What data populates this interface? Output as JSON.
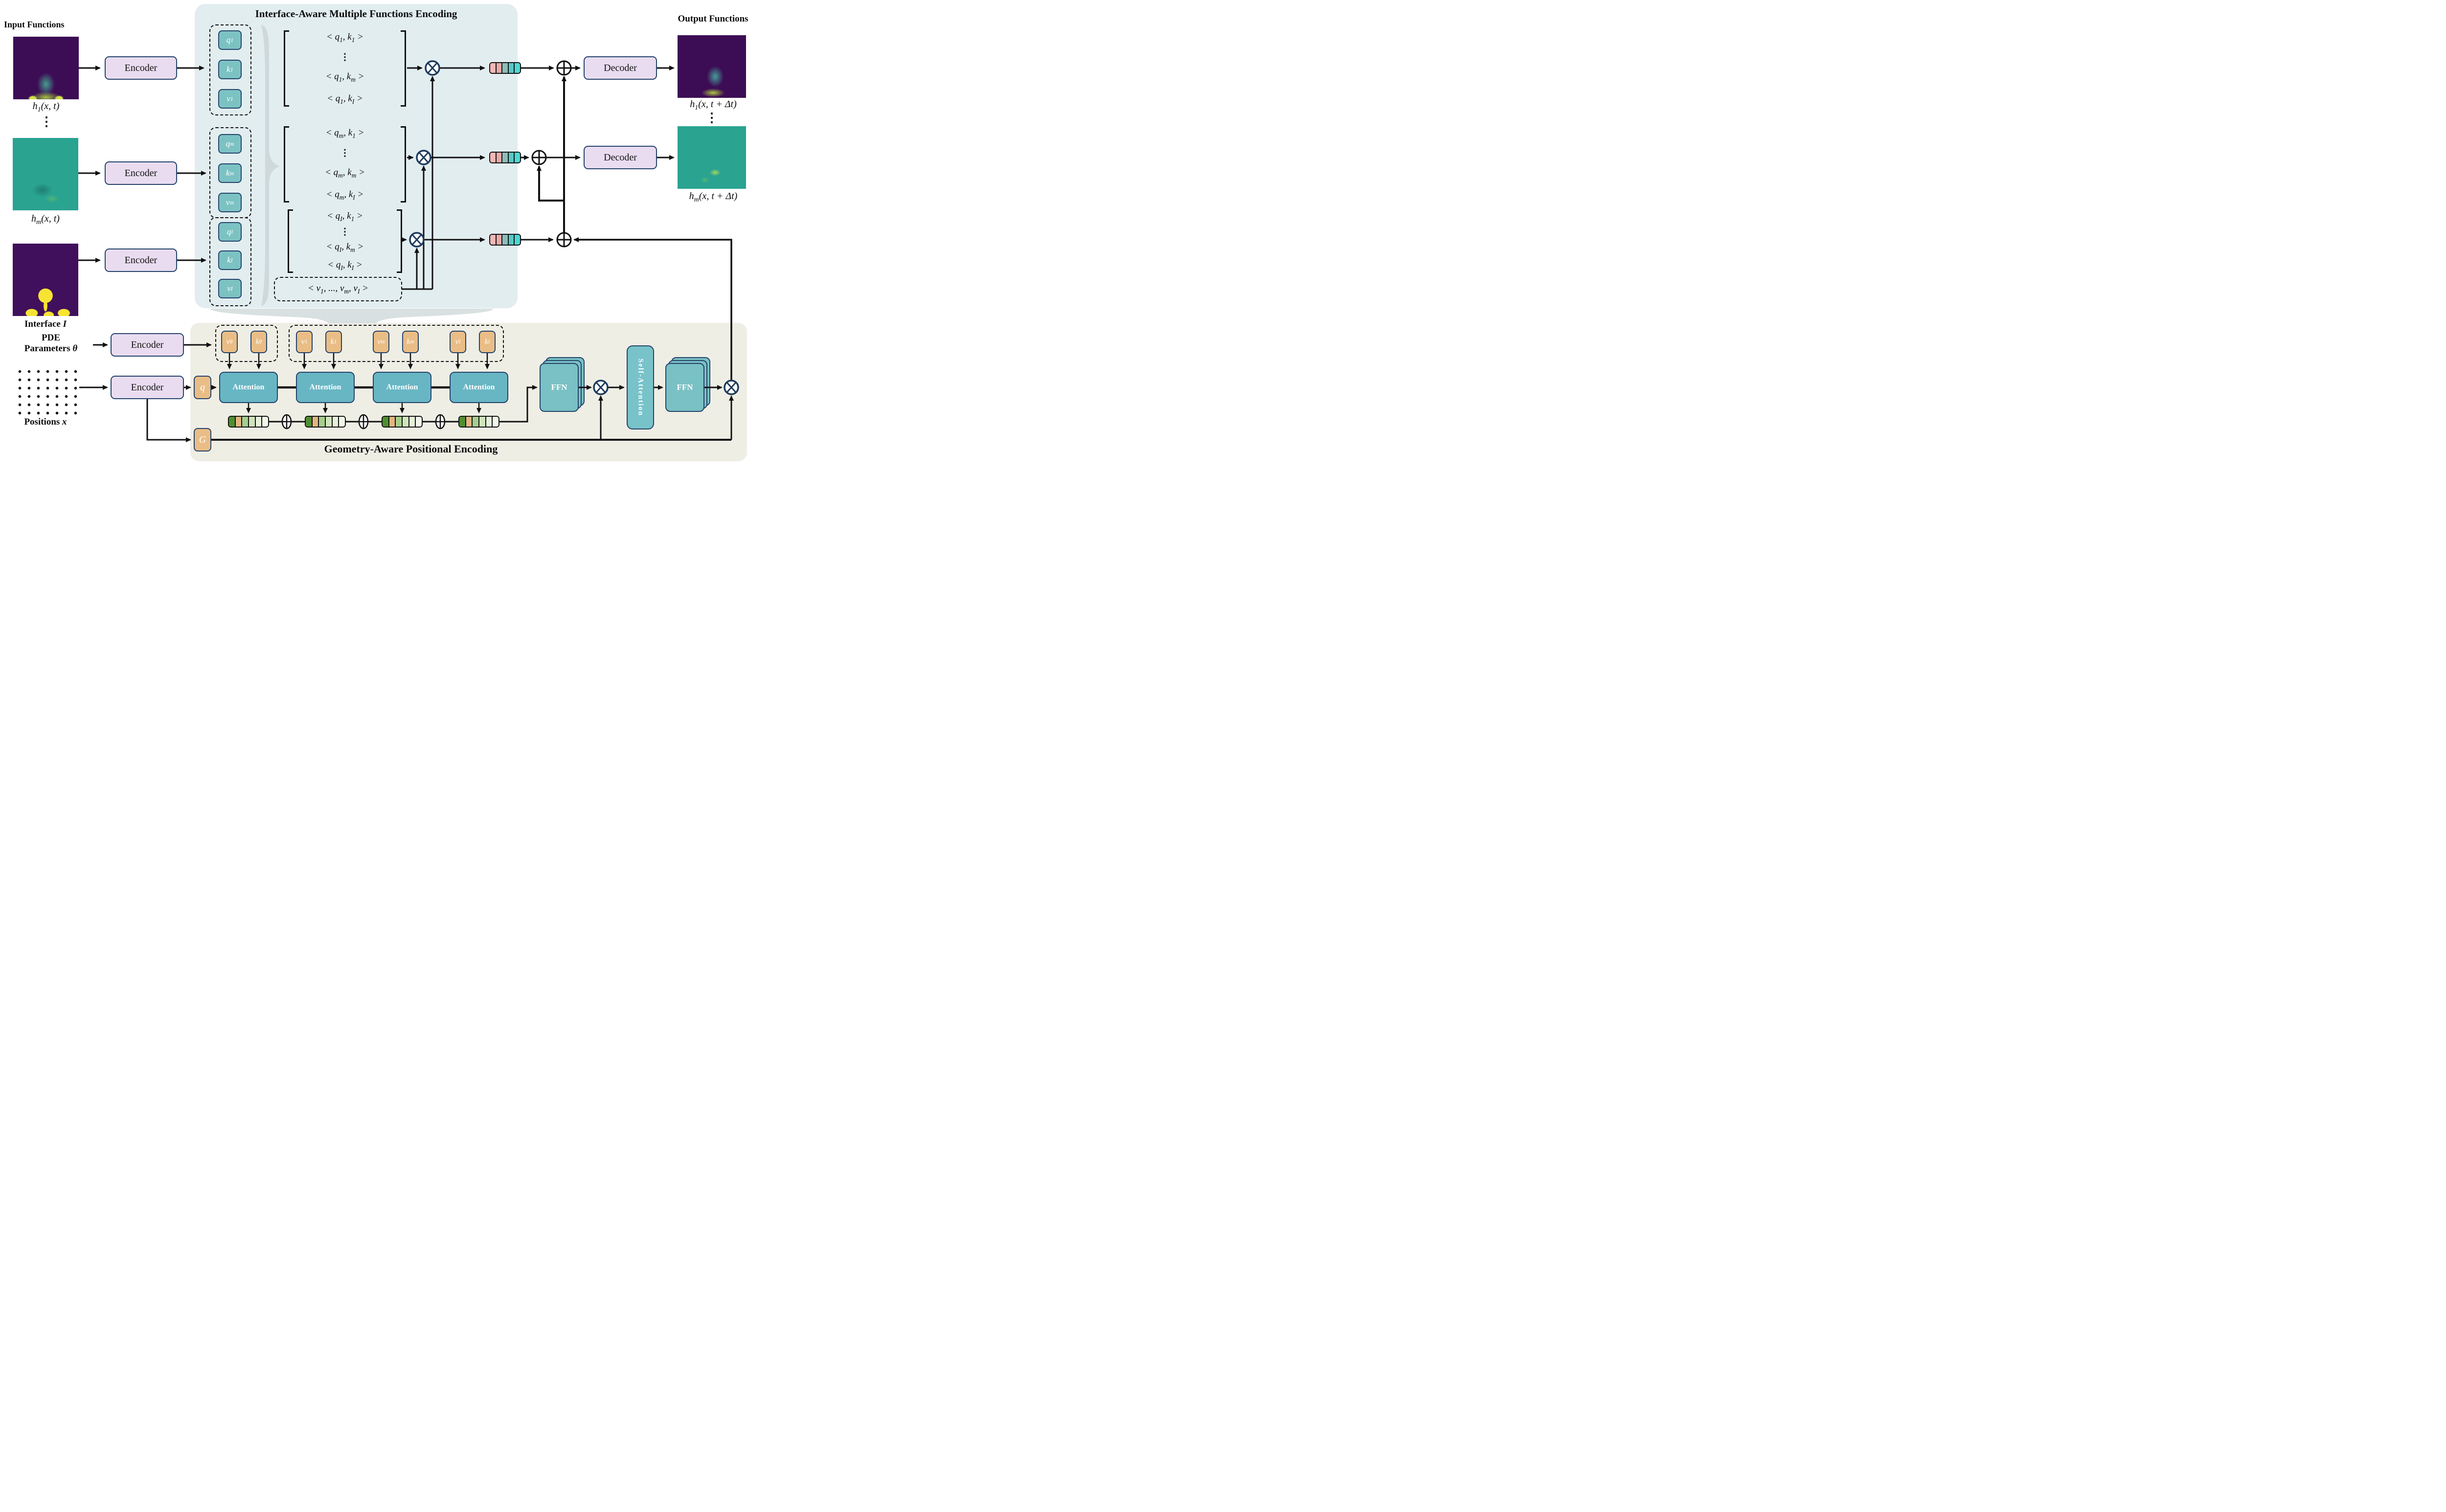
{
  "encoding_panel": {
    "title": "Interface-Aware Multiple Functions Encoding"
  },
  "positional_panel": {
    "title": "Geometry-Aware Positional Encoding"
  },
  "labels": {
    "input_title": "Input Functions",
    "output_title": "Output Functions",
    "input_1": "h_1(x, t)",
    "input_m": "h_m(x, t)",
    "interface": "Interface *I*",
    "output_1": "h_1(x, t + Δt)",
    "output_m": "h_m(x, t + Δt)",
    "pde_line1": "PDE",
    "pde_line2": "Parameters *θ*",
    "positions": "Positions *x*",
    "vdots": "⋮"
  },
  "blocks": {
    "encoder": "Encoder",
    "decoder": "Decoder",
    "attention": "Attention",
    "ffn": "FFN",
    "self_attention": "Self-Attention",
    "q": "q",
    "G": "G"
  },
  "qkv_groups": [
    [
      "q_1",
      "k_1",
      "v_1"
    ],
    [
      "q_m",
      "k_m",
      "v_m"
    ],
    [
      "q_I",
      "k_I",
      "v_I"
    ]
  ],
  "matrices": [
    {
      "rows": [
        "< q_1, k_1 >",
        "⋮",
        "< q_1, k_m >",
        "< q_1, k_I >"
      ]
    },
    {
      "rows": [
        "< q_m, k_1 >",
        "⋮",
        "< q_m, k_m >",
        "< q_m, k_I >"
      ]
    },
    {
      "rows": [
        "< q_I, k_1 >",
        "⋮",
        "< q_I, k_m >",
        "< q_I, k_I >"
      ]
    }
  ],
  "value_box": "< v_1, ..., v_m, v_I >",
  "pos_tokens": {
    "theta_pair": [
      "v_θ",
      "k_θ"
    ],
    "function_pairs": [
      "v_1",
      "k_1",
      "v_m",
      "k_m",
      "v_I",
      "k_I"
    ]
  },
  "strips": {
    "qk_cells": [
      "#f2b8b6",
      "#eaa9a7",
      "#8fbcb8",
      "#5cc6c6",
      "#4ad9d2"
    ],
    "pos_cells": [
      "#4f8f2f",
      "#e3b582",
      "#a6ce8c",
      "#cfe4bc",
      "#e6f0da",
      "#f0f6ea"
    ]
  },
  "operators": {
    "multiply": "⊗",
    "add": "⊕"
  },
  "colors": {
    "panel_blue": "#e2edf0",
    "panel_beige": "#efeee5",
    "encoder_fill": "#e9dcf0",
    "teal_fill": "#7cc2c3",
    "attention_fill": "#68b6c4",
    "orange_fill": "#e9bd85",
    "border_navy": "#24436b"
  }
}
